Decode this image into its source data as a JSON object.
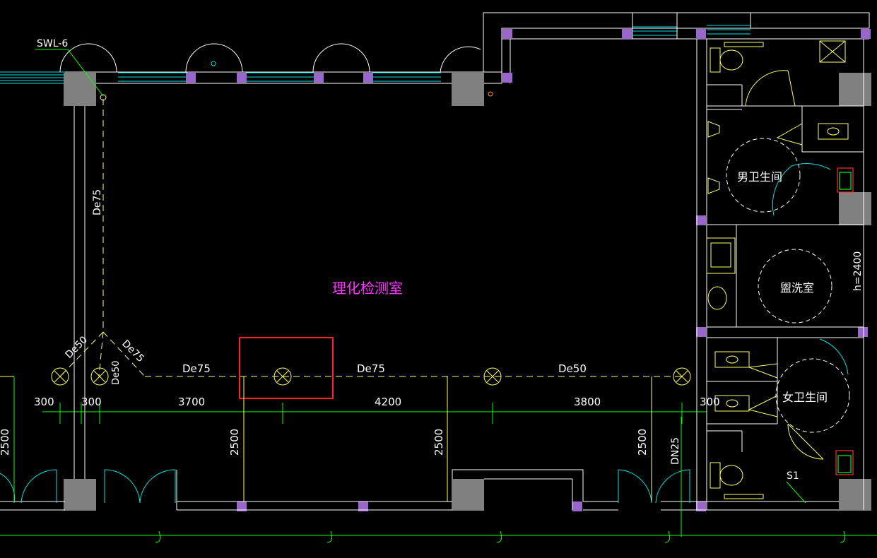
{
  "colors": {
    "background": "#000000",
    "wall": "#ffffff",
    "window": "#00e5e5",
    "dimension": "#00ff00",
    "pipe": "#ffff66",
    "room_label": "#ff33ff",
    "column": "#808080",
    "post": "#9966cc",
    "highlight": "#ff2020"
  },
  "rooms": {
    "lab": "理化检测室",
    "mens_toilet": "男卫生间",
    "washroom": "盥洗室",
    "womens_toilet": "女卫生间"
  },
  "labels": {
    "riser": "SWL-6",
    "vertical_pipe": "De75",
    "diag_left": "De50",
    "diag_right": "De75",
    "diag_small": "De50",
    "pipe_seg1": "De75",
    "pipe_seg2": "De75",
    "pipe_seg3": "De50",
    "drain_pipe": "DN25",
    "washroom_height": "h=2400",
    "symbol_s1": "S1"
  },
  "dimensions": {
    "horizontal": [
      "300",
      "300",
      "3700",
      "4200",
      "3800",
      "300"
    ],
    "vertical": [
      "2500",
      "2500",
      "2500",
      "2500"
    ]
  },
  "icons": {
    "floor_drain": "floor-drain-icon",
    "toilet": "toilet-icon",
    "urinal": "urinal-icon",
    "washbasin": "washbasin-icon",
    "squat_toilet": "squat-toilet-icon",
    "mop_sink": "mop-sink-icon"
  }
}
